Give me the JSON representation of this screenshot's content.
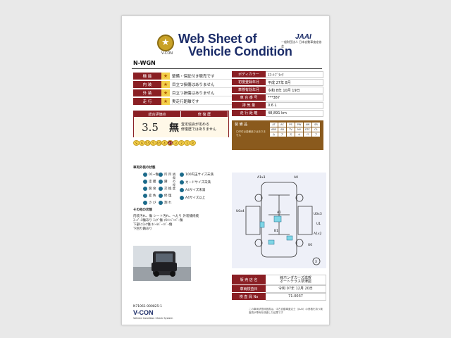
{
  "header": {
    "title_line1": "Web Sheet of",
    "title_line2": "Vehicle Condition",
    "brand": "JAAI",
    "brand_sub": "一般財団法人 日本自動車査定協会",
    "logo_text": "V-CON"
  },
  "vehicle": {
    "model": "N-WGN"
  },
  "condition_rows": [
    {
      "label": "機 能",
      "star": "★",
      "value": "整備・保証付き販売です"
    },
    {
      "label": "内 装",
      "star": "★",
      "value": "目立つ損傷はありません"
    },
    {
      "label": "外 装",
      "star": "★",
      "value": "目立つ損傷はありません"
    },
    {
      "label": "走 行",
      "star": "★",
      "value": "実走行距離です"
    }
  ],
  "spec_rows": [
    {
      "label": "ボディカラー",
      "value": "ｽﾏｰﾄﾌﾞﾗｯｸ"
    },
    {
      "label": "初度登録年月",
      "value": "平成 27年 8月"
    },
    {
      "label": "車検有効年月",
      "value": "令和 8年 10月 19日"
    },
    {
      "label": "車 台 番 号",
      "value": "***387"
    },
    {
      "label": "排 気 量",
      "value": "0.6 L"
    },
    {
      "label": "走 行 距 離",
      "value": "48,891 km"
    }
  ],
  "score": {
    "head_left": "総合評価点",
    "head_right": "修 復 歴",
    "value": "3.5",
    "repair_mark": "無",
    "repair_note_1": "査定協会が定める",
    "repair_note_2": "修復歴ではありません"
  },
  "score_scale": [
    "S",
    "6",
    "5.5",
    "5",
    "4.5",
    "4",
    "3.5",
    "3",
    "2",
    "1",
    "R"
  ],
  "score_active": "3.5",
  "notes": {
    "header": "装 備 品",
    "text": "〇印付は装備品ではありません",
    "grid": [
      "AT",
      "AC",
      "PS",
      "PW",
      "AW",
      "SR",
      "ABS",
      "AB",
      "TV",
      "NV",
      "ETC",
      "CL",
      "カ",
      "ア",
      "ス",
      "キ",
      "ベ",
      "フ"
    ]
  },
  "equipment": {
    "title": "車両外装の状態",
    "items": [
      "01~傷",
      "凹 凹",
      "塗 膜",
      "錆",
      "腐 食",
      "交 換",
      "変 色",
      "修 理",
      "さ び",
      "割 れ"
    ],
    "size_label": "損傷の程度",
    "sizes": [
      "100円玉サイズ未満",
      "カードサイズ未満",
      "A4サイズ未満",
      "A4サイズ以上"
    ]
  },
  "free_text": {
    "title": "その他の状態",
    "lines": [
      "内装汚れ、傷 シート汚れ、へたり 外装補修痕",
      "ｽｰﾊﾟｰﾛ傷あり ｽｯｸﾞ傷 ﾌﾛﾝﾄﾊﾞﾝﾊﾟｰ傷",
      "下部にﾛｯｸ傷 ﾎｲｰﾙﾊﾞｰﾝﾊﾞｰ傷",
      "下回り錆あり"
    ]
  },
  "diagram": {
    "codes": [
      "A1x3",
      "A0",
      "U0x4",
      "A1",
      "B1",
      "U0x3",
      "U1",
      "A1x2",
      "U0"
    ],
    "x_label": "X"
  },
  "dealer": [
    {
      "label": "販 売 店 名",
      "value": "㈱ホンダカーズ滋賀\nオートテラス草津店"
    },
    {
      "label": "車両検査日",
      "value": "令和 07年 12月 20日"
    },
    {
      "label": "検 査 員 No",
      "value": "71-0037"
    }
  ],
  "footer": {
    "id": "N71061-000825-1",
    "logo": "V-CON",
    "sub": "Vehicle Condition Check System",
    "note": "この車両状態評価書は、中古自動車査定士（JAAI）の資格を持つ検査員が車両を検査した結果です"
  }
}
